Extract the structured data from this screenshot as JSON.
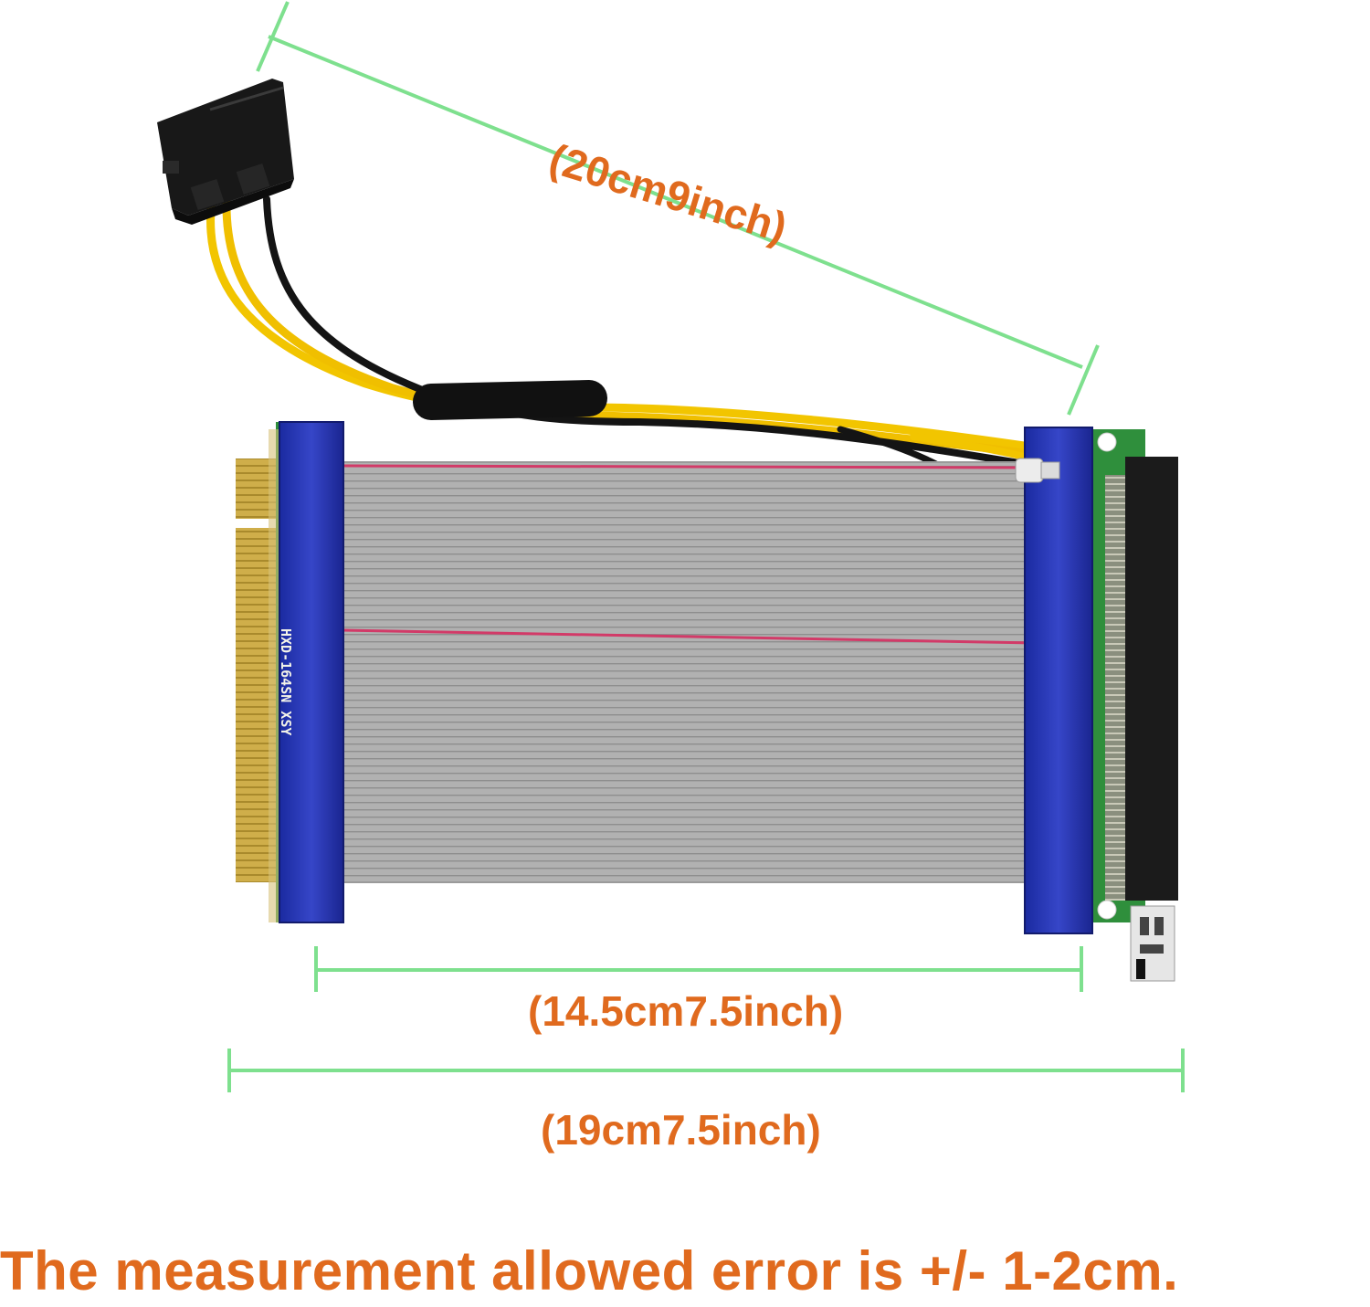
{
  "measurements": {
    "diagonal_label": "(20cm9inch)",
    "inner_width_label": "(14.5cm7.5inch)",
    "outer_width_label": "(19cm7.5inch)"
  },
  "note": "The measurement allowed error is +/- 1-2cm.",
  "board_marking": "HXD-164SN XSY",
  "colors": {
    "label": "#e06a1e",
    "measure_line": "#7ee08e",
    "ribbon": "#a9a9a9",
    "tape": "#1f2fb0",
    "pcb": "#2e8b3a",
    "gold_fingers": "#d9b64a",
    "wire_yellow": "#f2c500",
    "wire_black": "#111111"
  }
}
